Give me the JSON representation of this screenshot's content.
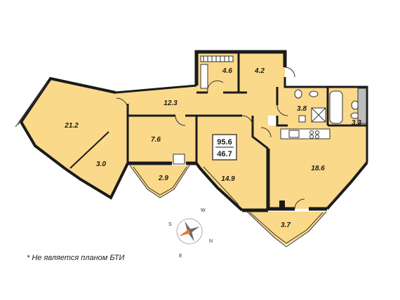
{
  "rooms": [
    {
      "id": "r212",
      "area": "21.2"
    },
    {
      "id": "r30",
      "area": "3.0"
    },
    {
      "id": "r123",
      "area": "12.3"
    },
    {
      "id": "r46",
      "area": "4.6"
    },
    {
      "id": "r42",
      "area": "4.2"
    },
    {
      "id": "r38",
      "area": "3.8"
    },
    {
      "id": "r33",
      "area": "3.3"
    },
    {
      "id": "r76",
      "area": "7.6"
    },
    {
      "id": "r29",
      "area": "2.9"
    },
    {
      "id": "r149",
      "area": "14.9"
    },
    {
      "id": "r186",
      "area": "18.6"
    },
    {
      "id": "r37",
      "area": "3.7"
    }
  ],
  "totals": {
    "total_area": "95.6",
    "living_area": "46.7"
  },
  "compass": {
    "s": "S",
    "w": "W",
    "n": "N",
    "e": "E"
  },
  "colors": {
    "room": "#fbd98a",
    "wall": "#1a1a1a",
    "arrow": "#f07820"
  },
  "note": "* Не является планом БТИ"
}
